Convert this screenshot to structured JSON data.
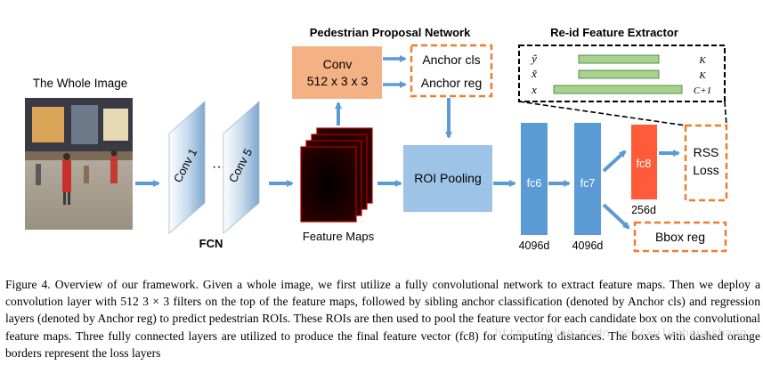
{
  "diagram": {
    "whole_image_label": "The Whole Image",
    "fcn": {
      "conv1_label": "Conv 1",
      "ellipsis": "···",
      "conv5_label": "Conv 5",
      "label": "FCN"
    },
    "feature_maps_label": "Feature Maps",
    "ppn": {
      "title": "Pedestrian Proposal Network",
      "conv_line1": "Conv",
      "conv_line2": "512 x 3 x 3",
      "anchor_cls": "Anchor cls",
      "anchor_reg": "Anchor reg"
    },
    "roi_pooling": "ROI Pooling",
    "fc6": "fc6",
    "fc6_dim": "4096d",
    "fc7": "fc7",
    "fc7_dim": "4096d",
    "fc8": "fc8",
    "fc8_dim": "256d",
    "rss_loss_line1": "RSS",
    "rss_loss_line2": "Loss",
    "bbox_reg": "Bbox reg",
    "reid": {
      "title": "Re-id Feature Extractor",
      "rows": [
        {
          "left": "ỹ",
          "right": "K"
        },
        {
          "left": "x̃",
          "right": "K"
        },
        {
          "left": "x",
          "right": "C+1"
        }
      ]
    }
  },
  "colors": {
    "arrow": "#5b9bd5",
    "conv_box": "#f4b183",
    "loss_border": "#ed7d31",
    "roi_box": "#9dc3e6",
    "fc_box": "#5b9bd5",
    "fc8_box": "#ff5b3b",
    "reid_bar": "#a9d18e"
  },
  "caption": "Figure 4. Overview of our framework. Given a whole image, we first utilize a fully convolutional network to extract feature maps. Then we deploy a convolution layer with 512 3 × 3 filters on the top of the feature maps, followed by sibling anchor classification (denoted by Anchor cls) and regression layers (denoted by Anchor reg) to predict pedestrian ROIs. These ROIs are then used to pool the feature vector for each candidate box on the convolutional feature maps. Three fully connected layers are utilized to produce the final feature vector (fc8) for computing distances. The boxes with dashed orange borders represent the loss layers",
  "watermark": "http://blog.csdn.net/xuluohongshang"
}
